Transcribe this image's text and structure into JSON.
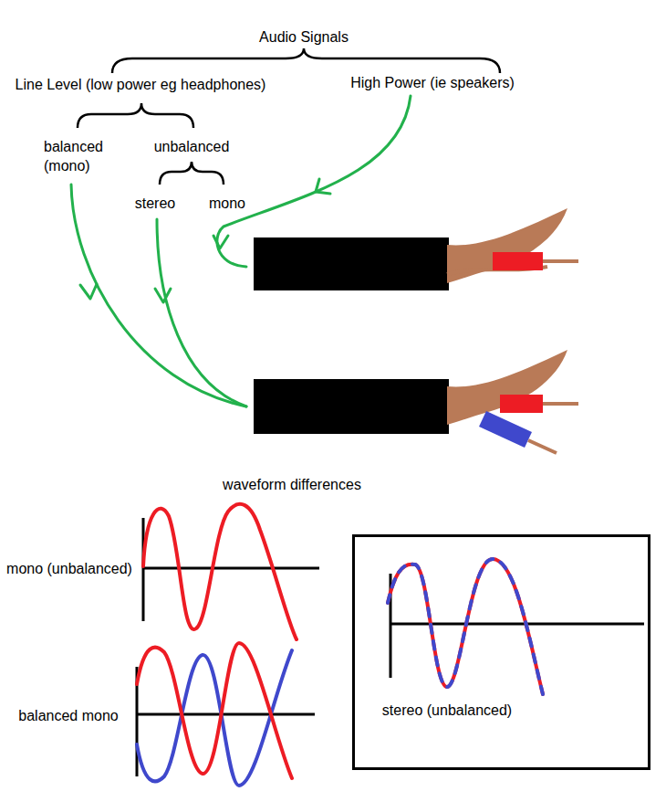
{
  "diagram": {
    "nodes": [
      {
        "text": [
          "stereo (unbalanced)"
        ]
      }
    ],
    "labels": [
      "Audio Signals",
      "Line Level (low power eg headphones)",
      "High Power (ie speakers)",
      "balanced (mono)",
      "unbalanced",
      "stereo",
      "mono",
      "waveform differences",
      "mono (unbalanced)",
      "balanced mono"
    ]
  }
}
